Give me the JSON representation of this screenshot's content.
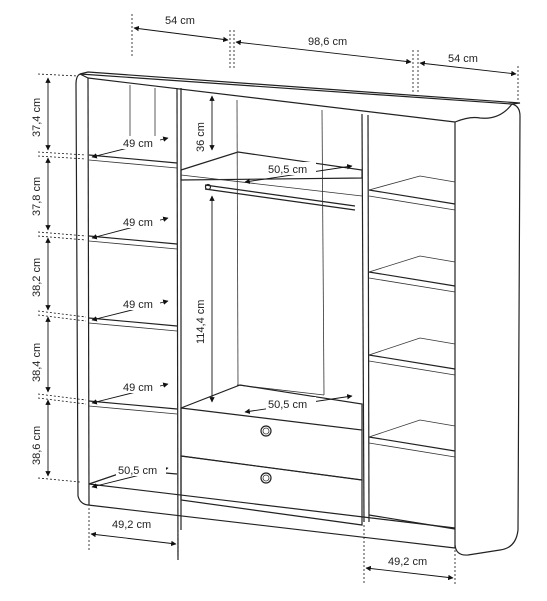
{
  "dimensions": {
    "top_left_depth": "54 cm",
    "top_width": "98,6 cm",
    "top_right_depth": "54 cm",
    "left_heights": [
      "37,4 cm",
      "37,8 cm",
      "38,2 cm",
      "38,4 cm",
      "38,6 cm"
    ],
    "left_shelf_depths": [
      "49 cm",
      "49 cm",
      "49 cm",
      "49 cm"
    ],
    "left_bottom_shelf": "50,5 cm",
    "center_top_height": "36 cm",
    "center_shelf_depth": "50,5 cm",
    "center_hanging_height": "114,4 cm",
    "center_drawer_top_depth": "50,5 cm",
    "bottom_left_width": "49,2 cm",
    "bottom_right_width": "49,2 cm"
  }
}
